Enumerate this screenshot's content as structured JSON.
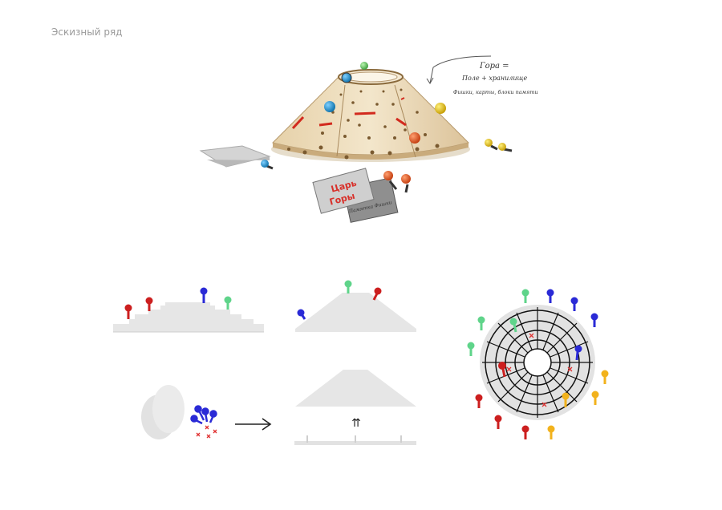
{
  "heading": "Эскизный ряд",
  "annotation": {
    "line1": "Гора =",
    "line2": "Поле + хранилище",
    "line3": "Фишки, карты, блоки памяти"
  },
  "cards": {
    "front_line1": "Царь",
    "front_line2": "Горы",
    "back_text": "Памятка Фишки"
  },
  "arrow_symbol": "⇈",
  "colors": {
    "red": "#cc1f1f",
    "blue": "#2a2ad6",
    "green": "#5fd48a",
    "yellow": "#f2b21c",
    "orange": "#e0521c",
    "wood": "#ead8b6",
    "sketch_gray": "#e2e2e2"
  }
}
